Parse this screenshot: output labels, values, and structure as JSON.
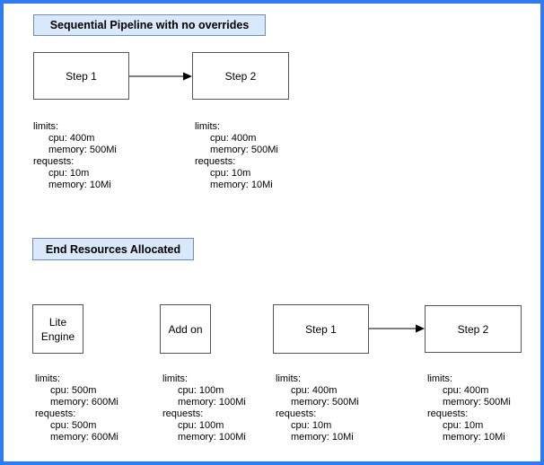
{
  "diagram": {
    "colors": {
      "frame_border": "#2E7CEF",
      "title_fill": "#DAE8FC",
      "title_border": "#6C8EBF",
      "node_fill": "#FFFFFF",
      "node_border": "#555555",
      "arrow": "#000000"
    },
    "sections": [
      {
        "title": "Sequential Pipeline with no overrides",
        "nodes": [
          {
            "label": "Step 1"
          },
          {
            "label": "Step 2"
          }
        ],
        "resources": [
          {
            "lines": [
              "limits:",
              "cpu: 400m",
              "memory: 500Mi",
              "requests:",
              "cpu: 10m",
              "memory: 10Mi"
            ]
          },
          {
            "lines": [
              "limits:",
              "cpu: 400m",
              "memory: 500Mi",
              "requests:",
              "cpu: 10m",
              "memory: 10Mi"
            ]
          }
        ]
      },
      {
        "title": "End Resources Allocated",
        "nodes": [
          {
            "label": "Lite Engine"
          },
          {
            "label": "Add on"
          },
          {
            "label": "Step 1"
          },
          {
            "label": "Step 2"
          }
        ],
        "resources": [
          {
            "lines": [
              "limits:",
              "cpu: 500m",
              "memory: 600Mi",
              "requests:",
              "cpu: 500m",
              "memory: 600Mi"
            ]
          },
          {
            "lines": [
              "limits:",
              "cpu: 100m",
              "memory: 100Mi",
              "requests:",
              "cpu: 100m",
              "memory: 100Mi"
            ]
          },
          {
            "lines": [
              "limits:",
              "cpu: 400m",
              "memory: 500Mi",
              "requests:",
              "cpu: 10m",
              "memory: 10Mi"
            ]
          },
          {
            "lines": [
              "limits:",
              "cpu: 400m",
              "memory: 500Mi",
              "requests:",
              "cpu: 10m",
              "memory: 10Mi"
            ]
          }
        ]
      }
    ]
  }
}
